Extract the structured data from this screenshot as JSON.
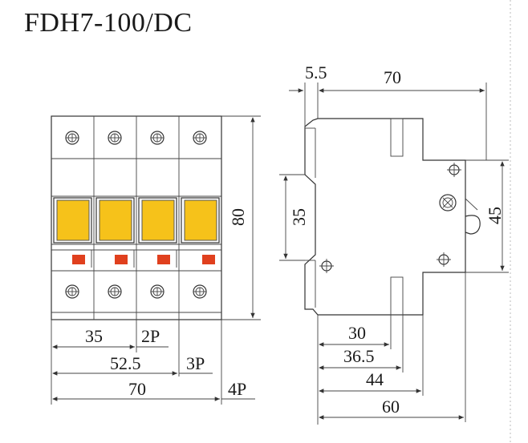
{
  "title": "FDH7-100/DC",
  "front_view": {
    "height_label": "80",
    "width_2p": "35",
    "label_2p": "2P",
    "width_3p": "52.5",
    "label_3p": "3P",
    "width_4p": "70",
    "label_4p": "4P",
    "poles": 4,
    "colors": {
      "handle": "#f6c21a",
      "indicator": "#e0401e"
    }
  },
  "side_view": {
    "top_offset": "5.5",
    "top_width": "70",
    "rail_height": "35",
    "right_height": "45",
    "dim_30": "30",
    "dim_36_5": "36.5",
    "dim_44": "44",
    "dim_60": "60"
  }
}
